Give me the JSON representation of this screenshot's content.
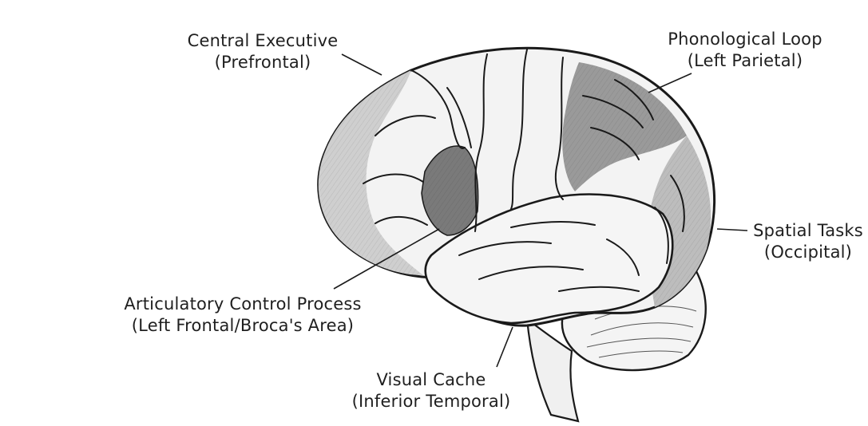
{
  "diagram": {
    "labels": {
      "central_executive": {
        "line1": "Central Executive",
        "line2": "(Prefrontal)"
      },
      "phonological_loop": {
        "line1": "Phonological Loop",
        "line2": "(Left Parietal)"
      },
      "spatial_tasks": {
        "line1": "Spatial Tasks",
        "line2": "(Occipital)"
      },
      "articulatory_control": {
        "line1": "Articulatory Control Process",
        "line2": "(Left Frontal/Broca's Area)"
      },
      "visual_cache": {
        "line1": "Visual Cache",
        "line2": "(Inferior Temporal)"
      }
    },
    "colors": {
      "outline": "#1a1a1a",
      "light_region": "#f2f2f2",
      "medium_region": "#c9c9c9",
      "dark_region": "#8a8a8a",
      "darkest_region": "#6a6a6a",
      "label_text": "#1f1f1f"
    }
  }
}
